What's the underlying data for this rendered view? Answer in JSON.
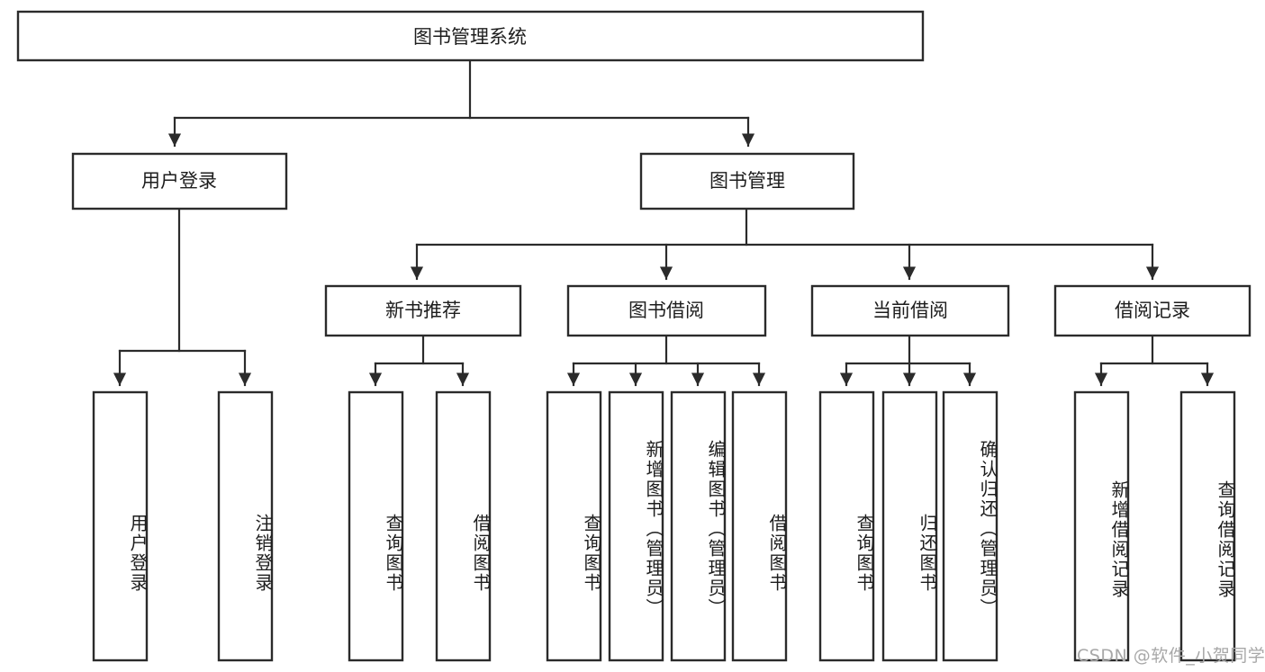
{
  "diagram": {
    "type": "tree-hierarchy",
    "title": "图书管理系统",
    "orientation": "top-down",
    "colors": {
      "box_stroke": "#2b2b2b",
      "box_fill": "#ffffff",
      "connector": "#2b2b2b",
      "text": "#1d1d1d",
      "background": "#ffffff",
      "watermark": "#a8a8a8"
    },
    "root": {
      "label": "图书管理系统"
    },
    "level2": [
      {
        "label": "用户登录"
      },
      {
        "label": "图书管理"
      }
    ],
    "level3": [
      {
        "label": "新书推荐"
      },
      {
        "label": "图书借阅"
      },
      {
        "label": "当前借阅"
      },
      {
        "label": "借阅记录"
      }
    ],
    "leaves": {
      "user_login": [
        {
          "label": "用户登录"
        },
        {
          "label": "注销登录"
        }
      ],
      "new_book_recommend": [
        {
          "label": "查询图书"
        },
        {
          "label": "借阅图书"
        }
      ],
      "book_borrow": [
        {
          "label": "查询图书"
        },
        {
          "label": "新增图书（管理员）"
        },
        {
          "label": "编辑图书（管理员）"
        },
        {
          "label": "借阅图书"
        }
      ],
      "current_borrow": [
        {
          "label": "查询图书"
        },
        {
          "label": "归还图书"
        },
        {
          "label": "确认归还（管理员）"
        }
      ],
      "borrow_record": [
        {
          "label": "新增借阅记录"
        },
        {
          "label": "查询借阅记录"
        }
      ]
    }
  },
  "watermark": {
    "text": "CSDN @软件_小贺同学"
  }
}
